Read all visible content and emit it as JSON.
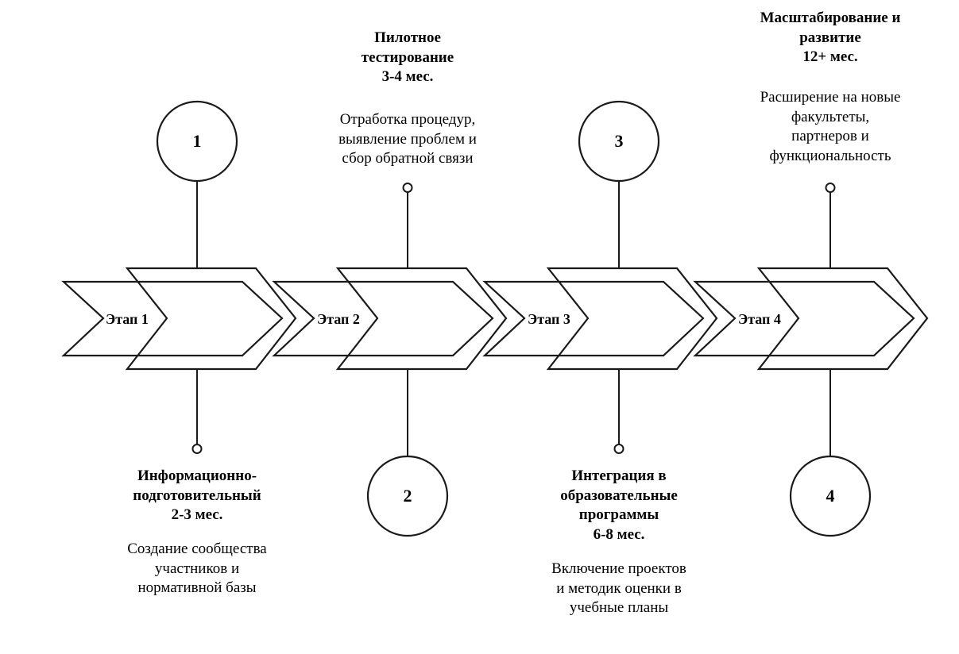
{
  "diagram": {
    "type": "process-timeline-chevron",
    "orientation": "horizontal",
    "stage_count": 4,
    "colors": {
      "stroke": "#1a1a1a",
      "fill": "#ffffff",
      "text": "#000000"
    }
  },
  "stages": [
    {
      "marker": "1",
      "marker_position": "top",
      "chevron_label": "Этап 1",
      "title": "Информационно-\nподготовительный\n2-3 мес.",
      "description": "Создание сообщества\nучастников и\nнормативной базы",
      "caption_position": "bottom",
      "duration": "2-3 мес."
    },
    {
      "marker": "2",
      "marker_position": "bottom",
      "chevron_label": "Этап 2",
      "title": "Пилотное\nтестирование\n3-4 мес.",
      "description": "Отработка процедур,\nвыявление проблем и\nсбор обратной связи",
      "caption_position": "top",
      "duration": "3-4 мес."
    },
    {
      "marker": "3",
      "marker_position": "top",
      "chevron_label": "Этап 3",
      "title": "Интеграция в\nобразовательные\nпрограммы\n6-8 мес.",
      "description": "Включение проектов\nи методик оценки в\nучебные планы",
      "caption_position": "bottom",
      "duration": "6-8 мес."
    },
    {
      "marker": "4",
      "marker_position": "bottom",
      "chevron_label": "Этап 4",
      "title": "Масштабирование и\nразвитие\n12+ мес.",
      "description": "Расширение на новые\nфакультеты,\nпартнеров и\nфункциональность",
      "caption_position": "top",
      "duration": "12+ мес."
    }
  ]
}
